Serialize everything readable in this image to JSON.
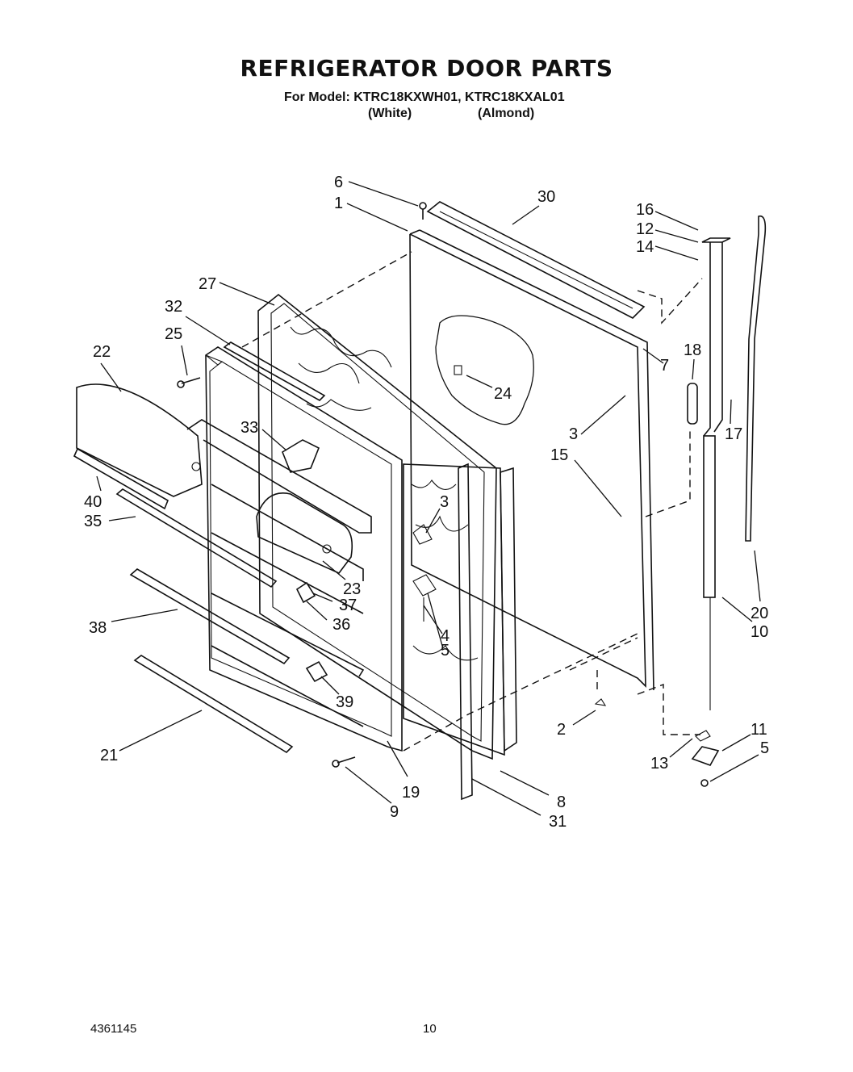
{
  "header": {
    "title": "REFRIGERATOR DOOR PARTS",
    "model_line": "For Model: KTRC18KXWH01, KTRC18KXAL01",
    "variants": [
      "(White)",
      "(Almond)"
    ]
  },
  "footer": {
    "document_number": "4361145",
    "page_number": "10"
  },
  "callouts": [
    "6",
    "1",
    "30",
    "16",
    "12",
    "14",
    "27",
    "32",
    "25",
    "22",
    "7",
    "18",
    "24",
    "33",
    "3",
    "17",
    "40",
    "35",
    "15",
    "3",
    "23",
    "37",
    "36",
    "38",
    "4",
    "5",
    "20",
    "10",
    "39",
    "2",
    "11",
    "5",
    "13",
    "21",
    "19",
    "9",
    "8",
    "31"
  ]
}
